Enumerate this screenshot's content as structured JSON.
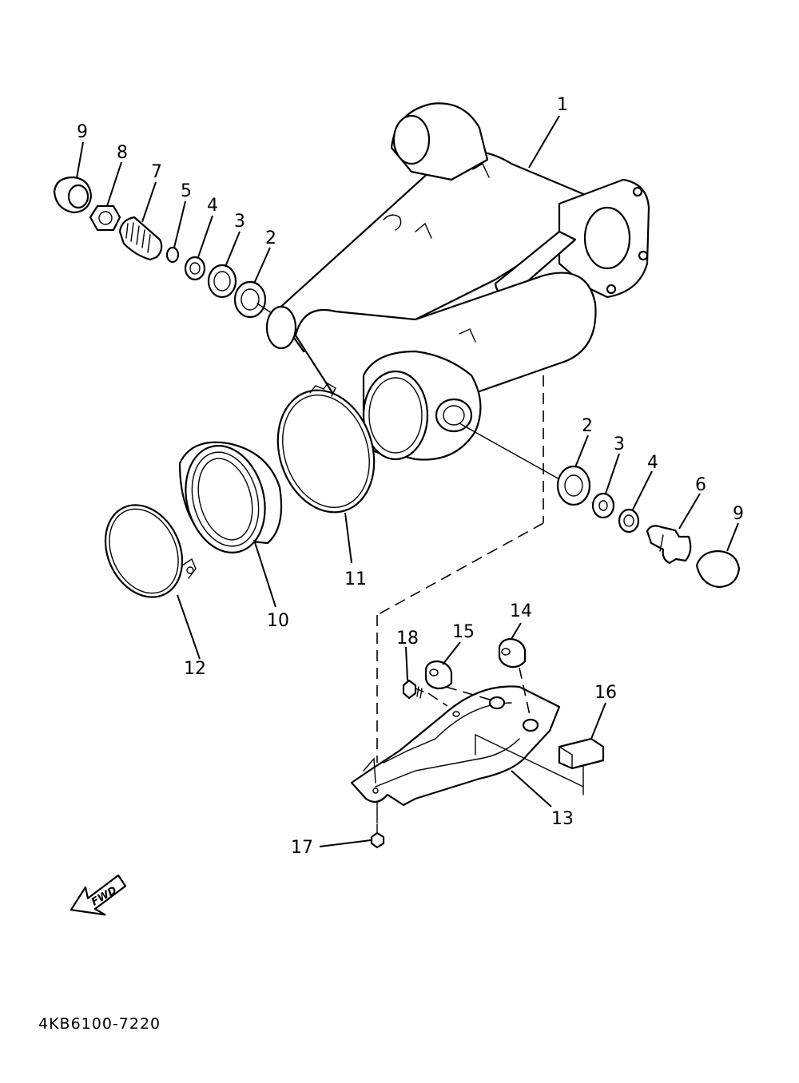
{
  "callouts": {
    "c1": "1",
    "c2a": "2",
    "c2b": "2",
    "c3a": "3",
    "c3b": "3",
    "c4a": "4",
    "c4b": "4",
    "c5": "5",
    "c6": "6",
    "c7": "7",
    "c8": "8",
    "c9a": "9",
    "c9b": "9",
    "c10": "10",
    "c11": "11",
    "c12": "12",
    "c13": "13",
    "c14": "14",
    "c15": "15",
    "c16": "16",
    "c17": "17",
    "c18": "18"
  },
  "fwd_label": "FWD",
  "diagram_code": "4KB6100-7220"
}
